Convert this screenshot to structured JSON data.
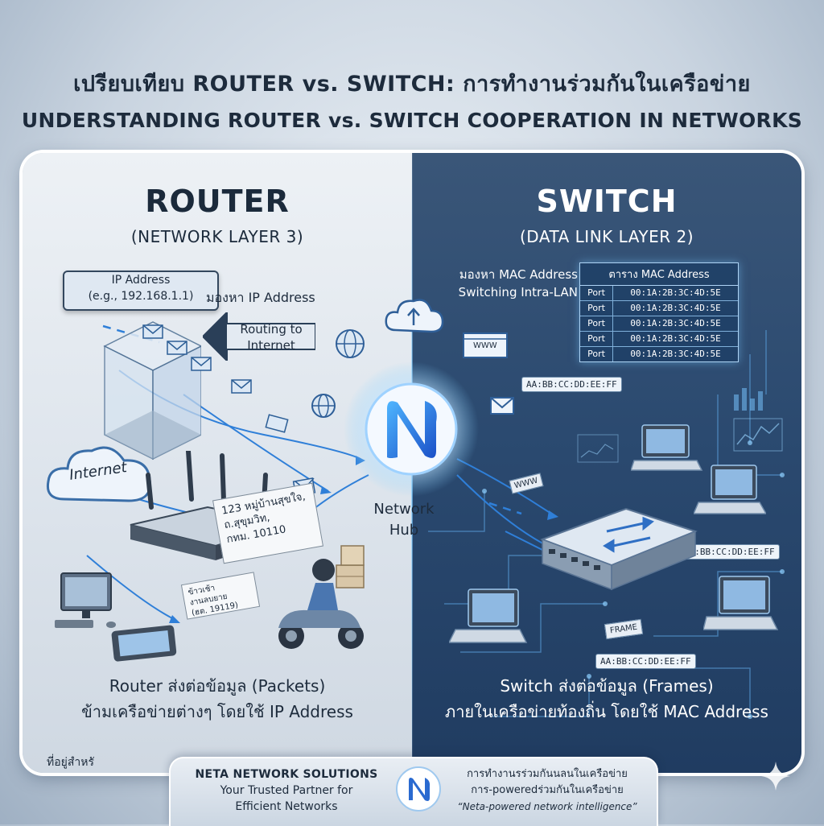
{
  "header": {
    "title_th": "เปรียบเทียบ ROUTER vs. SWITCH: การทำงานร่วมกันในเครือข่าย",
    "title_en": "UNDERSTANDING ROUTER vs. SWITCH COOPERATION IN NETWORKS"
  },
  "router": {
    "title": "ROUTER",
    "subtitle": "(NETWORK LAYER 3)",
    "ip_box_line1": "IP Address",
    "ip_box_line2": "(e.g., 192.168.1.1)",
    "lookup_label": "มองหา IP Address",
    "routing_line1": "Routing to",
    "routing_line2": "Internet",
    "internet_label": "Internet",
    "address_card_line1": "123 หมู่บ้านสุขใจ,",
    "address_card_line2": "ถ.สุขุมวิท,",
    "address_card_line3": "กทม. 10110",
    "address_card2_line1": "ข้าวเช้า",
    "address_card2_line2": "งานลบยาย",
    "address_card2_line3": "(ฮต. 19119)",
    "caption_line1": "Router ส่งต่อข้อมูล (Packets)",
    "caption_line2": "ข้ามเครือข่ายต่างๆ โดยใช้ IP Address"
  },
  "hub": {
    "label_line1": "Network",
    "label_line2": "Hub"
  },
  "switch": {
    "title": "SWITCH",
    "subtitle": "(DATA LINK LAYER 2)",
    "lookup_line1": "มองหา MAC Address",
    "lookup_line2": "Switching Intra-LAN",
    "mac_table_title": "ตาราง MAC Address",
    "mac_table_rows": [
      {
        "port": "Port",
        "mac": "00:1A:2B:3C:4D:5E"
      },
      {
        "port": "Port",
        "mac": "00:1A:2B:3C:4D:5E"
      },
      {
        "port": "Port",
        "mac": "00:1A:2B:3C:4D:5E"
      },
      {
        "port": "Port",
        "mac": "00:1A:2B:3C:4D:5E"
      },
      {
        "port": "Port",
        "mac": "00:1A:2B:3C:4D:5E"
      }
    ],
    "mac_tag_1": "AA:BB:CC:DD:EE:FF",
    "mac_tag_2": "AA:BB:CC:DD:EE:FF",
    "mac_tag_3": "AA:BB:CC:DD:EE:FF",
    "www_label": "WWW",
    "www_label_2": "WWW",
    "frame_label": "FRAME",
    "caption_line1": "Switch ส่งต่อข้อมูล (Frames)",
    "caption_line2": "ภายในเครือข่ายท้องถิ่น โดยใช้ MAC Address"
  },
  "footer": {
    "note": "ที่อยู่สำหรั",
    "company_name": "NETA NETWORK SOLUTIONS",
    "company_tagline_line1": "Your Trusted Partner for",
    "company_tagline_line2": "Efficient Networks",
    "right_line1": "การทำงานรร่วมกันนลนในเครือข่าย",
    "right_line2": "การ-poweredร่วมกันในเครือข่าย",
    "right_line3": "“Neta-powered network intelligence”"
  },
  "colors": {
    "router_bg": "#dde4ec",
    "switch_bg": "#2b4a70",
    "accent_blue": "#2f7fd8",
    "glow_cyan": "#7fd0ff",
    "text_dark": "#1d2b3c"
  }
}
